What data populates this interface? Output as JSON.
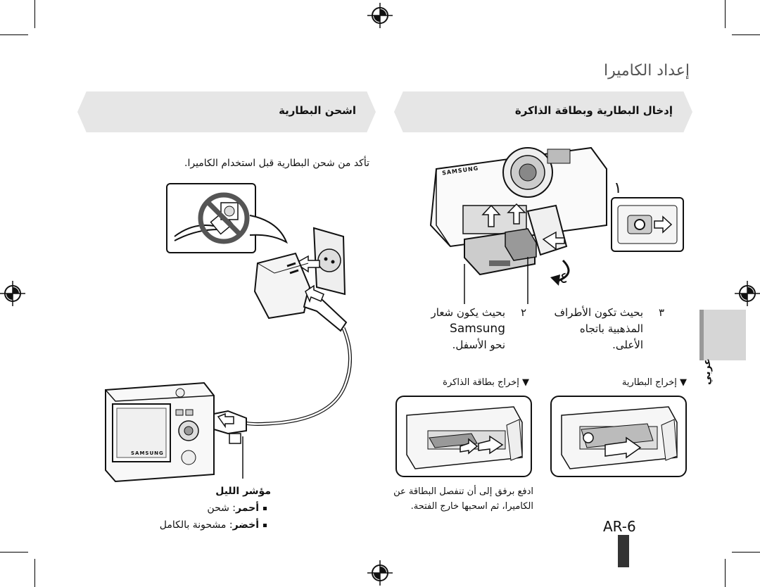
{
  "header": {
    "title": "إعداد الكاميرا",
    "side_tab": "عربي",
    "page_number": "AR-6"
  },
  "left_section": {
    "banner": "إدخال البطارية وبطاقة الذاكرة",
    "camera_brand": "SAMSUNG",
    "step1": "١",
    "step4": "٤",
    "note_battery": {
      "num": "٣",
      "lines": [
        "بحيث تكون الأطراف",
        "المذهبية باتجاه",
        "الأعلى."
      ]
    },
    "note_card": {
      "num": "٢",
      "lines": [
        "بحيث يكون شعار",
        "Samsung",
        "نحو الأسفل."
      ]
    },
    "remove_battery": "▼ إخراج البطارية",
    "remove_card": "▼ إخراج بطاقة الذاكرة",
    "release_note": [
      "ادفع برفق إلى أن تنفصل البطاقة عن",
      "الكاميرا، ثم اسحبها خارج الفتحة."
    ]
  },
  "right_section": {
    "banner": "اشحن البطارية",
    "instruction": "تأكد من شحن البطارية قبل استخدام الكاميرا.",
    "camera_brand": "SAMSUNG",
    "led_title": "مؤشر الليل",
    "led_items": [
      {
        "key": "أحمر",
        "text": ": شحن"
      },
      {
        "key": "أخضر",
        "text": ": مشحونة بالكامل"
      }
    ]
  }
}
